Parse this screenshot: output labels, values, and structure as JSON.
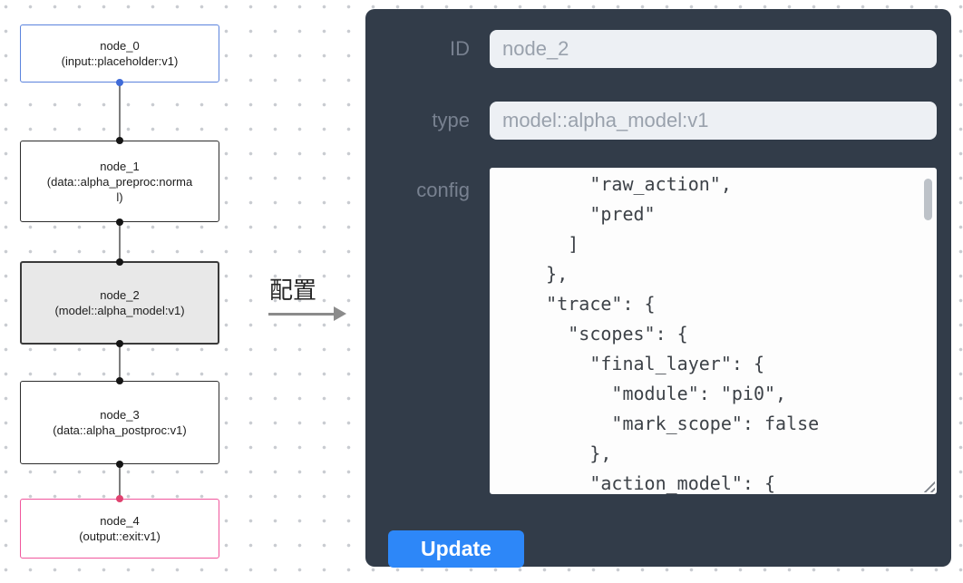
{
  "flowchart": {
    "nodes": [
      {
        "id": "node_0",
        "subtitle": "(input::placeholder:v1)"
      },
      {
        "id": "node_1",
        "subtitle": "(data::alpha_preproc:normal)"
      },
      {
        "id": "node_2",
        "subtitle": "(model::alpha_model:v1)"
      },
      {
        "id": "node_3",
        "subtitle": "(data::alpha_postproc:v1)"
      },
      {
        "id": "node_4",
        "subtitle": "(output::exit:v1)"
      }
    ],
    "arrow_label": "配置"
  },
  "panel": {
    "id_label": "ID",
    "id_value": "node_2",
    "type_label": "type",
    "type_value": "model::alpha_model:v1",
    "config_label": "config",
    "config_lines": [
      "        \"raw_action\",",
      "        \"pred\"",
      "      ]",
      "    },",
      "    \"trace\": {",
      "      \"scopes\": {",
      "        \"final_layer\": {",
      "          \"module\": \"pi0\",",
      "          \"mark_scope\": false",
      "        },",
      "        \"action_model\": {"
    ],
    "update_label": "Update"
  },
  "colors": {
    "panel_bg": "#323c49",
    "accent_blue": "#2d87f8",
    "input_node_border": "#5b83dd",
    "output_node_border": "#f0559c",
    "selected_node_bg": "#e8e8e8"
  }
}
